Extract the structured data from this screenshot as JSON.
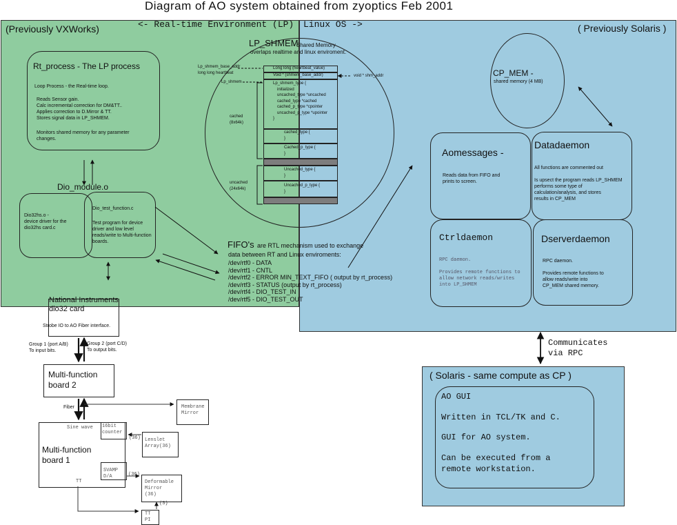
{
  "title": "Diagram of AO system obtained from zyoptics Feb 2001",
  "regions": {
    "rt": {
      "label": "(Previously VXWorks)",
      "banner": "<- Real-time Environment (LP)",
      "color": "#8fcc9f"
    },
    "linux": {
      "label": "( Previously Solaris )",
      "banner": "Linux OS ->",
      "color": "#9fcbe0"
    },
    "solaris": {
      "label": "( Solaris - same compute as CP )",
      "color": "#9fcbe0"
    }
  },
  "rt_process": {
    "title": "Rt_process - The LP process",
    "loop": "Loop Process - the Real-time loop.",
    "steps": [
      "Reads Sensor gain.",
      "Calc incremental correction for DM&TT..",
      "Applies correction to D.Mirror & TT.",
      "Stores signal data in LP_SHMEM."
    ],
    "monitor": [
      "Monitors shared memory for any parameter",
      "changes."
    ]
  },
  "dio_module": {
    "label": "Dio_module.o",
    "left": [
      "Dio32hs.o -",
      "device driver for the",
      "dio32hs card.c"
    ],
    "right_title": "Dio_test_function.c",
    "right": [
      "Test program for device",
      "driver and low level",
      "reads/write to Multi-function",
      "boards."
    ]
  },
  "lp_shmem": {
    "title": "LP_SHMEM",
    "desc": [
      "- Shared Memory",
      "overlaps realtime and linux enviroment."
    ],
    "labels": {
      "base_addr": "Lp_shmem_base_addr",
      "heartbeat": "long long heartbeat",
      "lp_shmem": "Lp_shmem",
      "void": "void * shm_addr",
      "cached": [
        "cached",
        "(8x64k)"
      ],
      "uncached": [
        "uncached",
        "(24x64k)"
      ]
    },
    "rows": {
      "r1": "Long long (heartbeat_value)",
      "r2": "Void * (shmem_base_addr)",
      "r3": [
        "Lp_shmem_type {",
        "initialized",
        "uncached_type  *uncached",
        "cached_type    *cached",
        "cached_p_type  *cpointer",
        "uncached_p_type *upointer",
        "}"
      ],
      "r4": [
        "cached_type {",
        "}"
      ],
      "r5": [
        "Cached_p_type {",
        "}"
      ],
      "r6": [
        "Uncached_type {",
        "}"
      ],
      "r7": [
        "Uncached_p_type {",
        "}"
      ]
    }
  },
  "cp_mem": {
    "title": "CP_MEM  -",
    "desc": "shared memory (4 MB)"
  },
  "daemons": {
    "aomessages": {
      "title": "Aomessages -",
      "desc": [
        "Reads data from FIFO and",
        "prints to screen."
      ]
    },
    "datadaemon": {
      "title": "Datadaemon",
      "desc": [
        "All functions are commented out",
        "",
        "Is upsect the program reads LP_SHMEM",
        "performs some type of",
        "calculation/analysis, and stores",
        "results in CP_MEM"
      ]
    },
    "ctrldaemon": {
      "title": "Ctrldaemon",
      "desc": [
        "RPC daemon.",
        "",
        "Provides remote functions to",
        "allow network reads/writes",
        "into LP_SHMEM"
      ]
    },
    "dserverdaemon": {
      "title": "Dserverdaemon",
      "desc": [
        "RPC daemon.",
        "",
        "Provides remote functions to",
        "allow reads/write into",
        "CP_MEM shared memory."
      ]
    }
  },
  "fifo": {
    "title": "FIFO's",
    "desc1": "are RTL mechanism used to exchange",
    "desc2": "data between RT and Linux enviroments:",
    "items": [
      "/dev/rtf0 - DATA",
      "/dev/rtf1 - CNTL",
      "/dev/rtf2 - ERROR MIN_TEXT_FIFO ( output by rt_process)",
      "/dev/rtf3 - STATUS (output by rt_process)",
      "/dev/rtf4 - DIO_TEST_IN",
      "/dev/rtf5 - DIO_TEST_OUT"
    ]
  },
  "national": {
    "title1": "National Instruments",
    "title2": "dio32 card",
    "desc": "Strobe IO to AO Fiber interface."
  },
  "groups": {
    "g1": [
      "Group 1 (port A/B)",
      "To input bits."
    ],
    "g2": [
      "Group 2 (port C/D)",
      "To output bits."
    ]
  },
  "mfb2": [
    "Multi-function",
    "board 2"
  ],
  "fiber": "Fiber",
  "mfb1": [
    "Multi-function",
    "board 1"
  ],
  "sine_wave": "Sine wave",
  "tt_small": "TT",
  "counter": [
    "16bit",
    "counter"
  ],
  "svamp": [
    "SVAMP",
    "D/A"
  ],
  "membrane": [
    "Membrane",
    "Mirror"
  ],
  "lenslet": [
    "Lenslet",
    "Array(36)"
  ],
  "deformable": [
    "Deformable",
    "Mirror",
    "(36)"
  ],
  "ttpi": [
    "TT",
    "PI"
  ],
  "n36a": "(36)",
  "n36b": "(36)",
  "n3": "(3)",
  "communicates": [
    "Communicates",
    "via RPC"
  ],
  "ao_gui": {
    "title": "AO GUI",
    "l1": "Written in TCL/TK and C.",
    "l2": "GUI for AO system.",
    "l3a": "Can be executed from a",
    "l3b": "remote workstation."
  }
}
